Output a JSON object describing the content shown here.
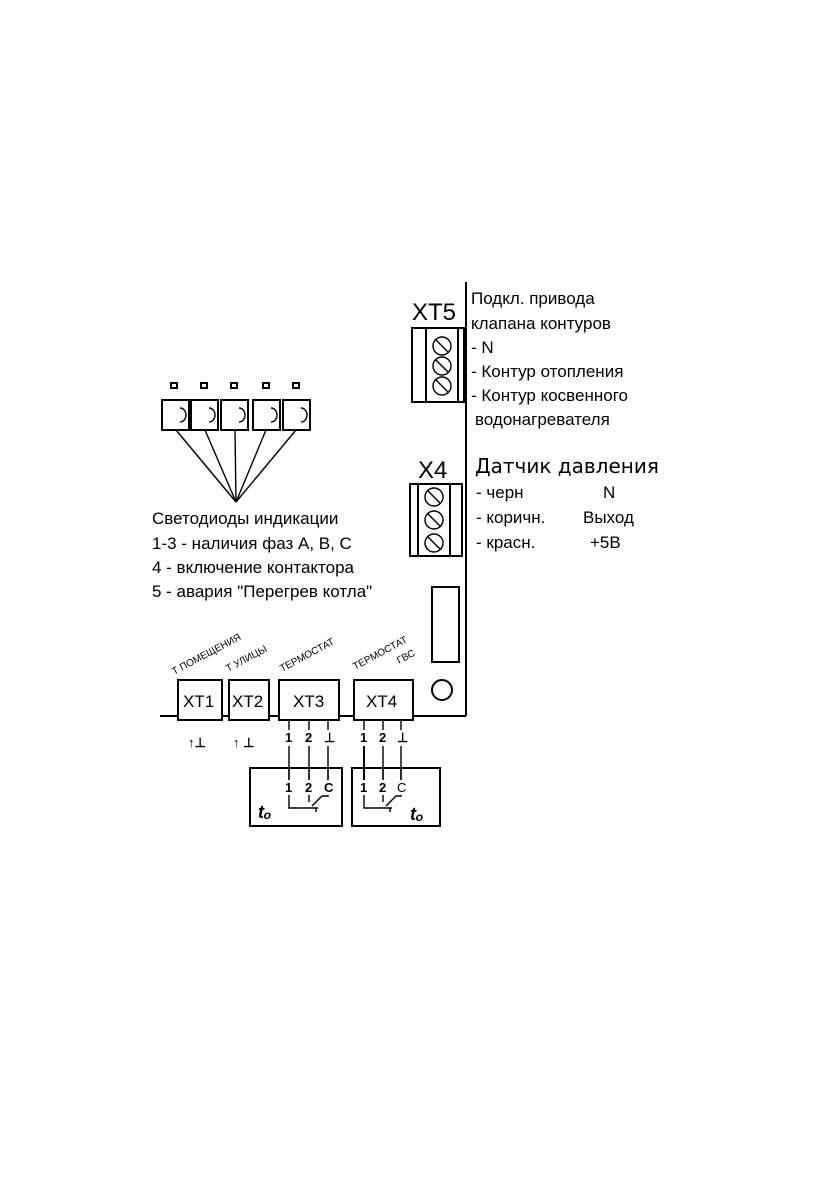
{
  "xt5": {
    "label": "XT5",
    "lines": [
      "Подкл. привода",
      "клапана контуров",
      "- N",
      "- Контур отопления",
      "- Контур косвенного",
      "водонагревателя"
    ]
  },
  "x4": {
    "label": "X4",
    "title": "Датчик давления",
    "rows": [
      {
        "wire": "- черн",
        "signal": "N"
      },
      {
        "wire": "- коричн.",
        "signal": "Выход"
      },
      {
        "wire": "- красн.",
        "signal": "+5В"
      }
    ]
  },
  "leds": {
    "lines": [
      "Светодиоды индикации",
      "1-3 - наличия фаз А, В, С",
      "4 - включение контактора",
      "5 - авария \"Перегрев котла\""
    ]
  },
  "connectors": {
    "xt1": {
      "label": "XT1",
      "caption": "Т ПОМЕЩЕНИЯ"
    },
    "xt2": {
      "label": "XT2",
      "caption": "Т УЛИЦЫ"
    },
    "xt3": {
      "label": "XT3",
      "caption": "ТЕРМОСТАТ",
      "pins": [
        "1",
        "2",
        "⊥"
      ]
    },
    "xt4": {
      "label": "XT4",
      "caption": "ТЕРМОСТАТ",
      "caption2": "ГВС",
      "pins": [
        "1",
        "2",
        "⊥"
      ]
    }
  },
  "thermostats": {
    "left": {
      "pins": [
        "1",
        "2",
        "C"
      ],
      "symbol": "tₒ"
    },
    "right": {
      "pins": [
        "1",
        "2",
        "C"
      ],
      "symbol": "tₒ"
    }
  },
  "sensor_marks": {
    "xt1": "↑⊥",
    "xt2": "↑ ⊥"
  }
}
